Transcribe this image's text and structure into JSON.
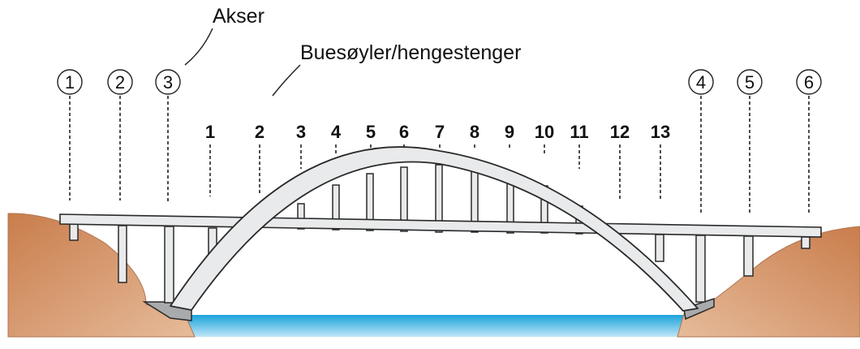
{
  "labels": {
    "axes_label": "Akser",
    "posts_label": "Buesøyler/hengestenger"
  },
  "axis_numbers": [
    "1",
    "2",
    "3",
    "4",
    "5",
    "6"
  ],
  "post_numbers": [
    "1",
    "2",
    "3",
    "4",
    "5",
    "6",
    "7",
    "8",
    "9",
    "10",
    "11",
    "12",
    "13"
  ],
  "colors": {
    "terrain": "#d9a179",
    "water": "#31b7e6",
    "structure_fill": "#e9eaeb",
    "structure_stroke": "#2a2a2a",
    "foundation": "#a9aaab"
  }
}
